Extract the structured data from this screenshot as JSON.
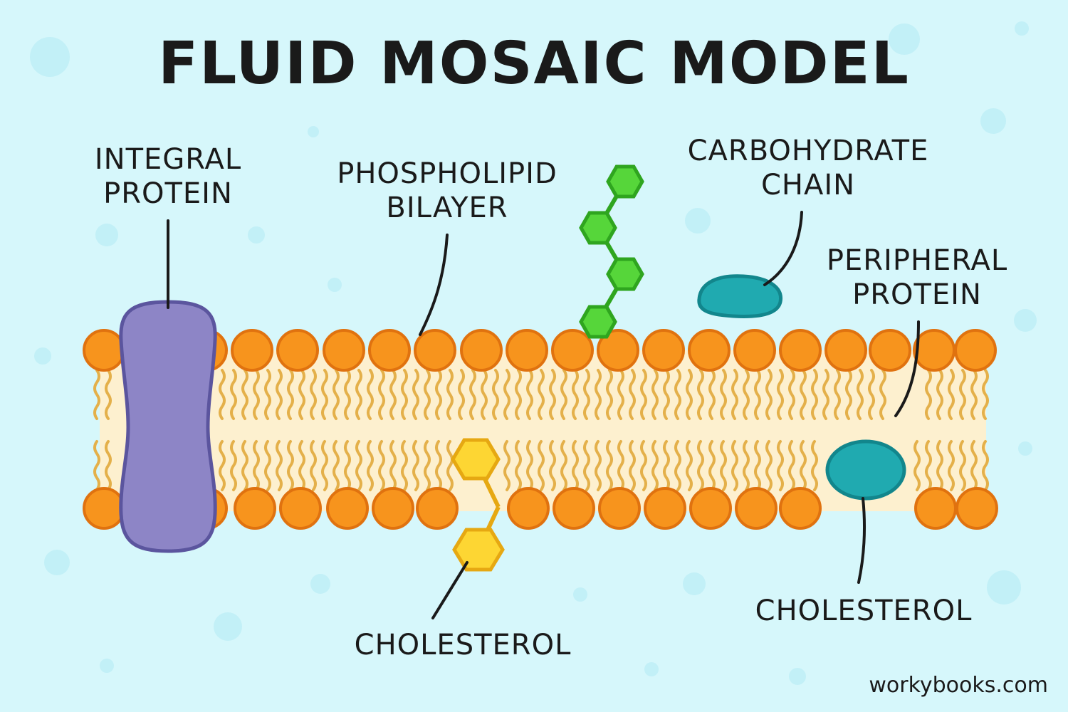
{
  "title": "FLUID MOSAIC MODEL",
  "labels": {
    "integral_protein": [
      "INTEGRAL",
      "PROTEIN"
    ],
    "phospholipid_bilayer": [
      "PHOSPHOLIPID",
      "BILAYER"
    ],
    "carbohydrate_chain": [
      "CARBOHYDRATE",
      "CHAIN"
    ],
    "peripheral_protein": [
      "PERIPHERAL",
      "PROTEIN"
    ],
    "cholesterol_bottom": "CHOLESTEROL",
    "cholesterol_right": "CHOLESTEROL"
  },
  "watermark": "workybooks.com",
  "colors": {
    "background": "#d6f7fb",
    "head_fill": "#f7941d",
    "head_stroke": "#e0720f",
    "tail": "#e4b04a",
    "core": "#fdf0cf",
    "integral_protein": "#8d85c6",
    "integral_protein_stroke": "#5b559e",
    "carbohydrate": "#56d63a",
    "carbohydrate_stroke": "#2fa51f",
    "cholesterol": "#fdd633",
    "cholesterol_stroke": "#e6a812",
    "peripheral_protein": "#20aab0",
    "peripheral_protein_stroke": "#12868c"
  }
}
